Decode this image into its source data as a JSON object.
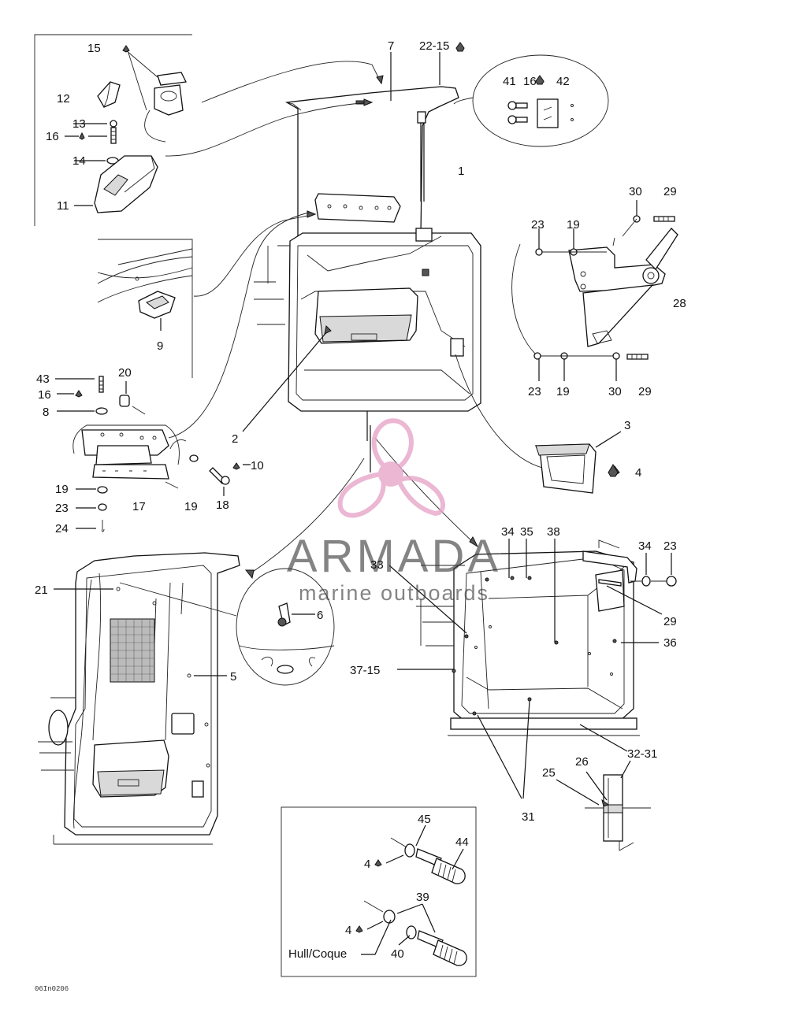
{
  "labels": {
    "p1": "1",
    "p2": "2",
    "p3": "3",
    "p4": "4",
    "p5": "5",
    "p6": "6",
    "p7": "7",
    "p8": "8",
    "p9": "9",
    "p10": "10",
    "p11": "11",
    "p12": "12",
    "p13": "13",
    "p14": "14",
    "p15": "15",
    "p16a": "16",
    "p16b": "16",
    "p16c": "16",
    "p17": "17",
    "p18": "18",
    "p19a": "19",
    "p19b": "19",
    "p19c": "19",
    "p19d": "19",
    "p20": "20",
    "p21": "21",
    "p22_15": "22-15",
    "p23a": "23",
    "p23b": "23",
    "p23c": "23",
    "p23d": "23",
    "p24": "24",
    "p25": "25",
    "p26": "26",
    "p28": "28",
    "p29a": "29",
    "p29b": "29",
    "p29c": "29",
    "p30a": "30",
    "p30b": "30",
    "p31": "31",
    "p32_31": "32-31",
    "p33": "33",
    "p34a": "34",
    "p34b": "34",
    "p35": "35",
    "p36": "36",
    "p37_15": "37-15",
    "p38": "38",
    "p39": "39",
    "p40": "40",
    "p41": "41",
    "p42": "42",
    "p43": "43",
    "p44": "44",
    "p45": "45",
    "p4b": "4",
    "p4c": "4",
    "hull": "Hull/Coque"
  },
  "watermark": {
    "brand": "ARMADA",
    "tagline": "marine outboards",
    "accent": "#e7a6c9"
  },
  "drawing_code": "06In0206",
  "colors": {
    "line": "#111111",
    "watermark_pink": "#e7a6c9",
    "watermark_text": "#3a3a3a"
  }
}
